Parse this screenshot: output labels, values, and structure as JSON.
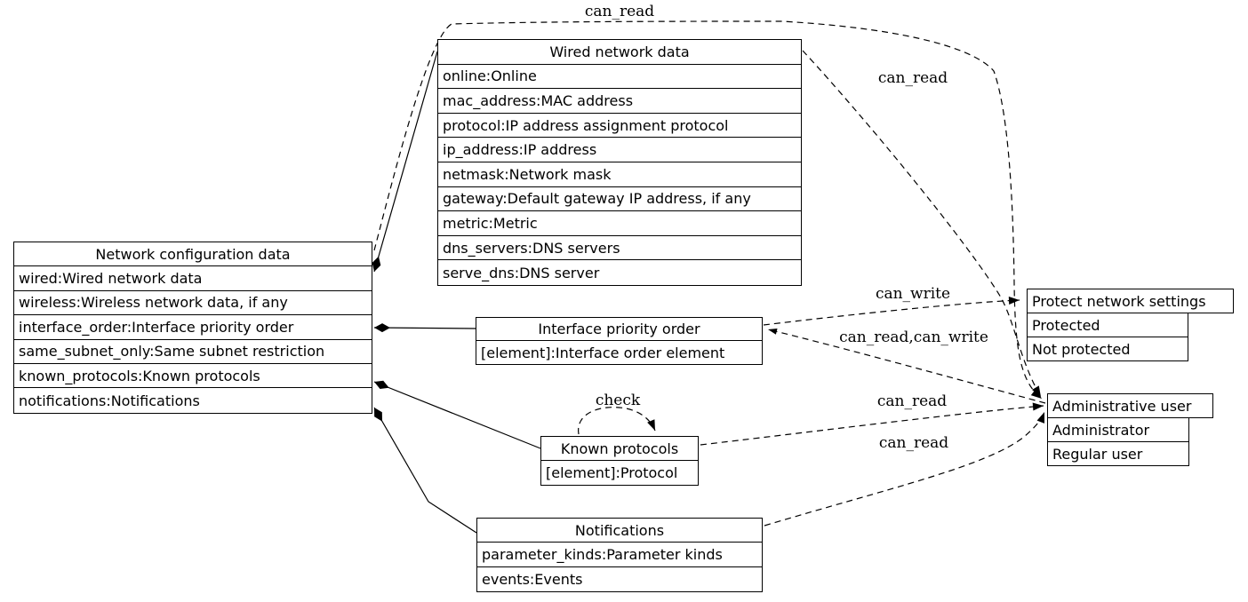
{
  "diagram": {
    "colors": {
      "background": "#ffffff",
      "line": "#000000",
      "text": "#000000"
    },
    "boxes": {
      "ncd": {
        "title": "Network configuration data",
        "rows": [
          "wired:Wired network data",
          "wireless:Wireless network data, if any",
          "interface_order:Interface priority order",
          "same_subnet_only:Same subnet restriction",
          "known_protocols:Known protocols",
          "notifications:Notifications"
        ]
      },
      "wired": {
        "title": "Wired network data",
        "rows": [
          "online:Online",
          "mac_address:MAC address",
          "protocol:IP address assignment protocol",
          "ip_address:IP address",
          "netmask:Network mask",
          "gateway:Default gateway IP address, if any",
          "metric:Metric",
          "dns_servers:DNS servers",
          "serve_dns:DNS server"
        ]
      },
      "iface": {
        "title": "Interface priority order",
        "rows": [
          "[element]:Interface order element"
        ]
      },
      "known": {
        "title": "Known protocols",
        "rows": [
          "[element]:Protocol"
        ]
      },
      "notif": {
        "title": "Notifications",
        "rows": [
          "parameter_kinds:Parameter kinds",
          "events:Events"
        ]
      },
      "protect": {
        "title": "Protect network settings",
        "rows": [
          "Protected",
          "Not protected"
        ]
      },
      "admin": {
        "title": "Administrative user",
        "rows": [
          "Administrator",
          "Regular user"
        ]
      }
    },
    "edge_labels": {
      "top_can_read": "can_read",
      "wired_can_read": "can_read",
      "can_write": "can_write",
      "can_read_can_write": "can_read,can_write",
      "known_can_read": "can_read",
      "notif_can_read": "can_read",
      "check": "check"
    }
  }
}
